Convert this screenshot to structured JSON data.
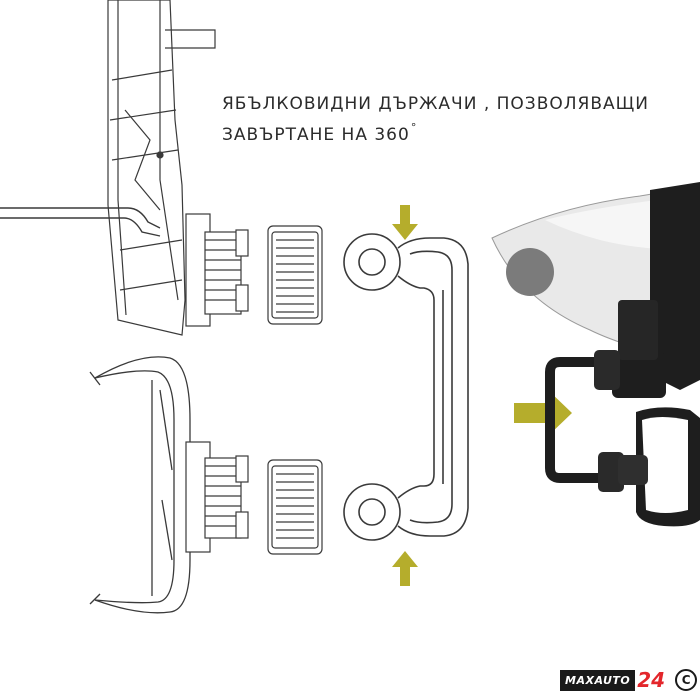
{
  "caption": {
    "line1": "ЯБЪЛКОВИДНИ ДЪРЖАЧИ , ПОЗВОЛЯВАЩИ",
    "line2": "ЗАВЪРТАНЕ НА 360",
    "degree": "°"
  },
  "brand": {
    "name": "MAXAUTO",
    "number": "24",
    "copyright": "C"
  },
  "colors": {
    "arrow": "#b5ad2c",
    "line": "#3a3a3a",
    "dark": "#1e1e1e",
    "knob": "#7b7b7b",
    "accent": "#e3262b"
  },
  "icons": [
    "arrow-down-icon",
    "arrow-up-icon",
    "arrow-right-icon",
    "copyright-icon"
  ]
}
